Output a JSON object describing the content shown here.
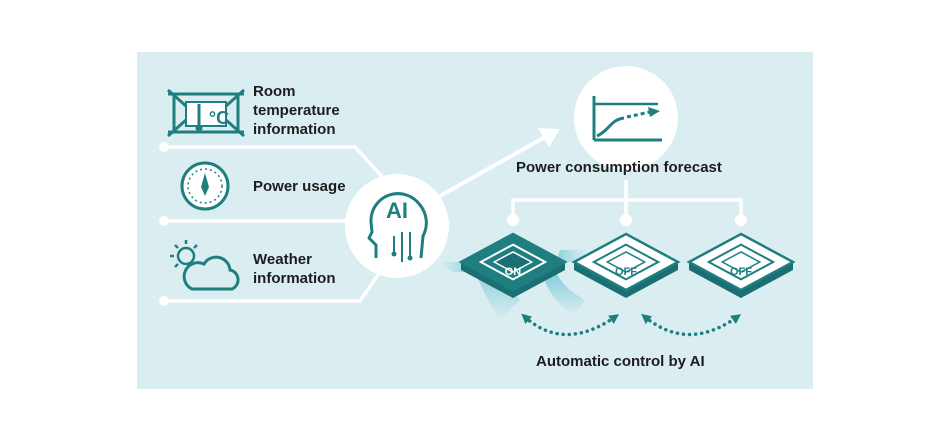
{
  "inputs": {
    "room_temperature": {
      "label_lines": [
        "Room",
        "temperature",
        "information"
      ],
      "unit_symbol": "°C"
    },
    "power_usage": {
      "label": "Power usage"
    },
    "weather": {
      "label_lines": [
        "Weather",
        "information"
      ]
    }
  },
  "ai": {
    "label": "AI"
  },
  "forecast": {
    "label": "Power consumption forecast"
  },
  "units": [
    {
      "state": "ON"
    },
    {
      "state": "OFF"
    },
    {
      "state": "OFF"
    }
  ],
  "control": {
    "label": "Automatic control by AI"
  },
  "colors": {
    "panel_bg": "#daedf0",
    "teal": "#1f7f80",
    "teal_dark": "#1a6f73",
    "line_white": "#ffffff",
    "airflow": "#6cc6d4",
    "text": "#1d1d1d"
  },
  "icons": [
    "thermometer-icon",
    "gauge-icon",
    "sun-cloud-icon",
    "ai-head-icon",
    "chart-icon",
    "dotted-arrow-icon"
  ]
}
